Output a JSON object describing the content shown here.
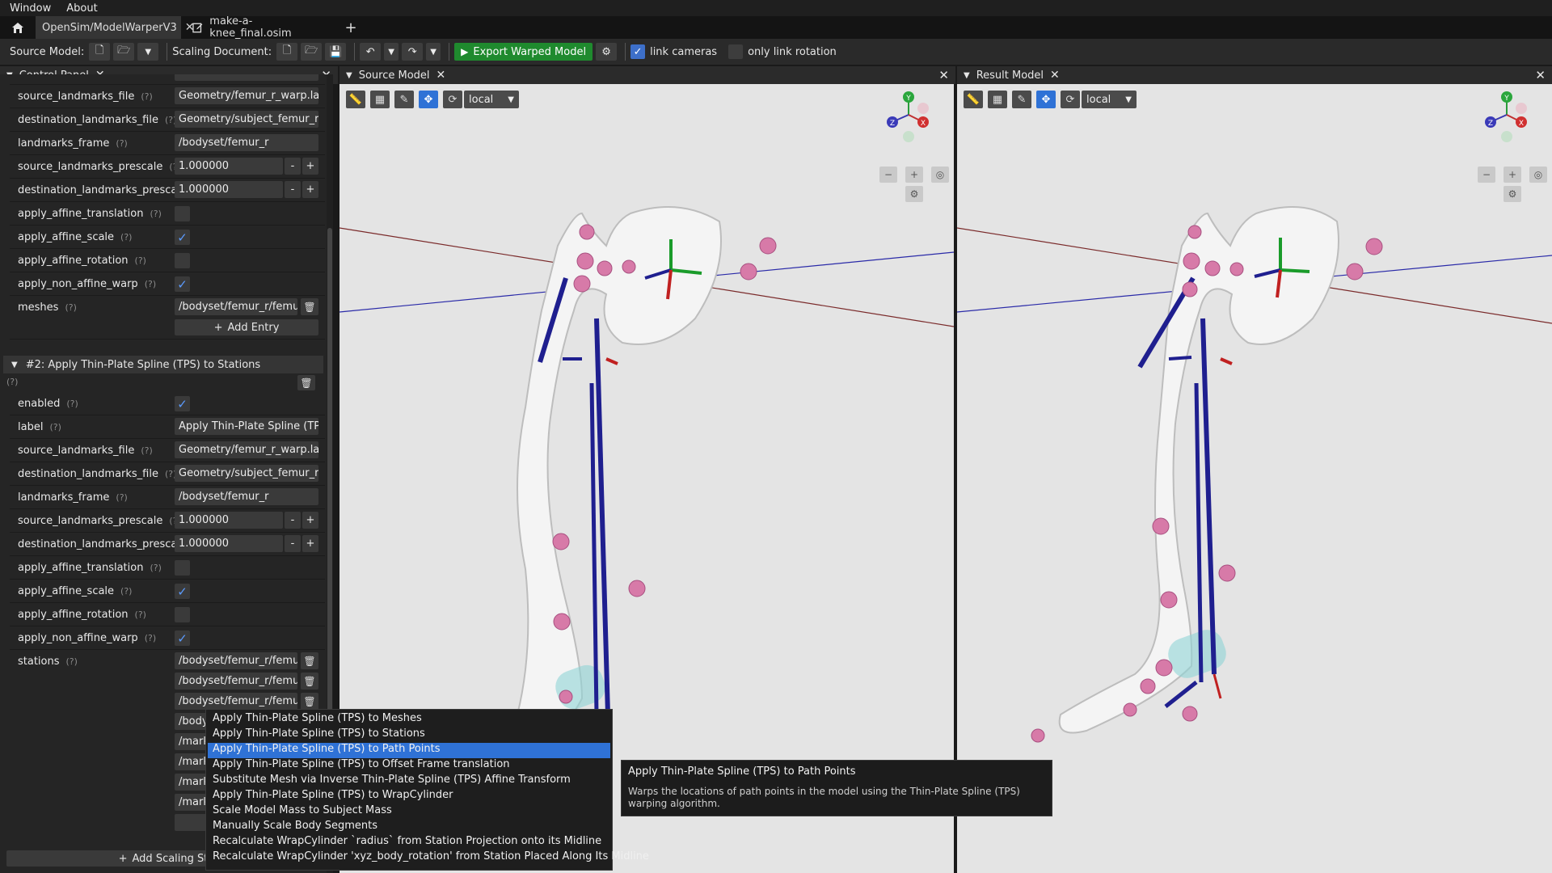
{
  "menubar": {
    "items": [
      "Window",
      "About"
    ]
  },
  "tabs": [
    {
      "label": "OpenSim/ModelWarperV3",
      "closable": true
    },
    {
      "label": "make-a-knee_final.osim",
      "closable": false
    }
  ],
  "toolbar": {
    "source_model_label": "Source Model:",
    "scaling_document_label": "Scaling Document:",
    "export_label": "Export Warped Model",
    "link_cameras_label": "link cameras",
    "link_cameras_checked": true,
    "only_link_rotation_label": "only link rotation",
    "only_link_rotation_checked": false
  },
  "control_panel": {
    "title": "Control Panel",
    "help": "(?)",
    "step1": {
      "source_landmarks_file": {
        "label": "source_landmarks_file",
        "value": "Geometry/femur_r_warp.landmarks"
      },
      "destination_landmarks_file": {
        "label": "destination_landmarks_file",
        "value": "Geometry/subject_femur_r.landmarks"
      },
      "landmarks_frame": {
        "label": "landmarks_frame",
        "value": "/bodyset/femur_r"
      },
      "source_landmarks_prescale": {
        "label": "source_landmarks_prescale",
        "value": "1.000000"
      },
      "destination_landmarks_prescale": {
        "label": "destination_landmarks_prescale",
        "value": "1.000000"
      },
      "apply_affine_translation": {
        "label": "apply_affine_translation",
        "checked": false
      },
      "apply_affine_scale": {
        "label": "apply_affine_scale",
        "checked": true
      },
      "apply_affine_rotation": {
        "label": "apply_affine_rotation",
        "checked": false
      },
      "apply_non_affine_warp": {
        "label": "apply_non_affine_warp",
        "checked": true
      },
      "meshes": {
        "label": "meshes",
        "value": "/bodyset/femur_r/femur_r_geom"
      },
      "add_entry": "Add Entry"
    },
    "step2": {
      "header": "#2: Apply Thin-Plate Spline (TPS) to Stations",
      "enabled": {
        "label": "enabled",
        "checked": true
      },
      "label": {
        "label": "label",
        "value": "Apply Thin-Plate Spline (TPS) to Stations"
      },
      "source_landmarks_file": {
        "label": "source_landmarks_file",
        "value": "Geometry/femur_r_warp.landmarks"
      },
      "destination_landmarks_file": {
        "label": "destination_landmarks_file",
        "value": "Geometry/subject_femur_r.landmarks"
      },
      "landmarks_frame": {
        "label": "landmarks_frame",
        "value": "/bodyset/femur_r"
      },
      "source_landmarks_prescale": {
        "label": "source_landmarks_prescale",
        "value": "1.000000"
      },
      "destination_landmarks_prescale": {
        "label": "destination_landmarks_prescale",
        "value": "1.000000"
      },
      "apply_affine_translation": {
        "label": "apply_affine_translation",
        "checked": false
      },
      "apply_affine_scale": {
        "label": "apply_affine_scale",
        "checked": true
      },
      "apply_affine_rotation": {
        "label": "apply_affine_rotation",
        "checked": false
      },
      "apply_non_affine_warp": {
        "label": "apply_non_affine_warp",
        "checked": true
      },
      "stations": {
        "label": "stations",
        "values": [
          "/bodyset/femur_r/femur",
          "/bodyset/femur_r/femur",
          "/bodyset/femur_r/femur",
          "/body",
          "/mark",
          "/mark",
          "/mark",
          "/mark"
        ]
      }
    },
    "add_scaling_step": "Add Scaling Ste"
  },
  "source_view": {
    "title": "Source Model",
    "frame_select": "local"
  },
  "result_view": {
    "title": "Result Model",
    "frame_select": "local"
  },
  "gizmo": {
    "y": "Y",
    "z": "Z",
    "x": "X"
  },
  "popup_menu": {
    "items": [
      "Apply Thin-Plate Spline (TPS) to Meshes",
      "Apply Thin-Plate Spline (TPS) to Stations",
      "Apply Thin-Plate Spline (TPS) to Path Points",
      "Apply Thin-Plate Spline (TPS) to Offset Frame translation",
      "Substitute Mesh via Inverse Thin-Plate Spline (TPS) Affine Transform",
      "Apply Thin-Plate Spline (TPS) to WrapCylinder",
      "Scale Model Mass to Subject Mass",
      "Manually Scale Body Segments",
      "Recalculate WrapCylinder `radius` from Station Projection onto its Midline",
      "Recalculate WrapCylinder 'xyz_body_rotation' from Station Placed Along Its Midline"
    ],
    "selected_index": 2
  },
  "tooltip": {
    "title": "Apply Thin-Plate Spline (TPS) to Path Points",
    "description": "Warps the locations of path points in the model using the Thin-Plate Spline (TPS) warping algorithm."
  },
  "colors": {
    "accent": "#2f72d6",
    "export_green": "#1f8a2e",
    "marker_pink": "#d77aa8",
    "muscle_blue": "#1f1f8f"
  }
}
